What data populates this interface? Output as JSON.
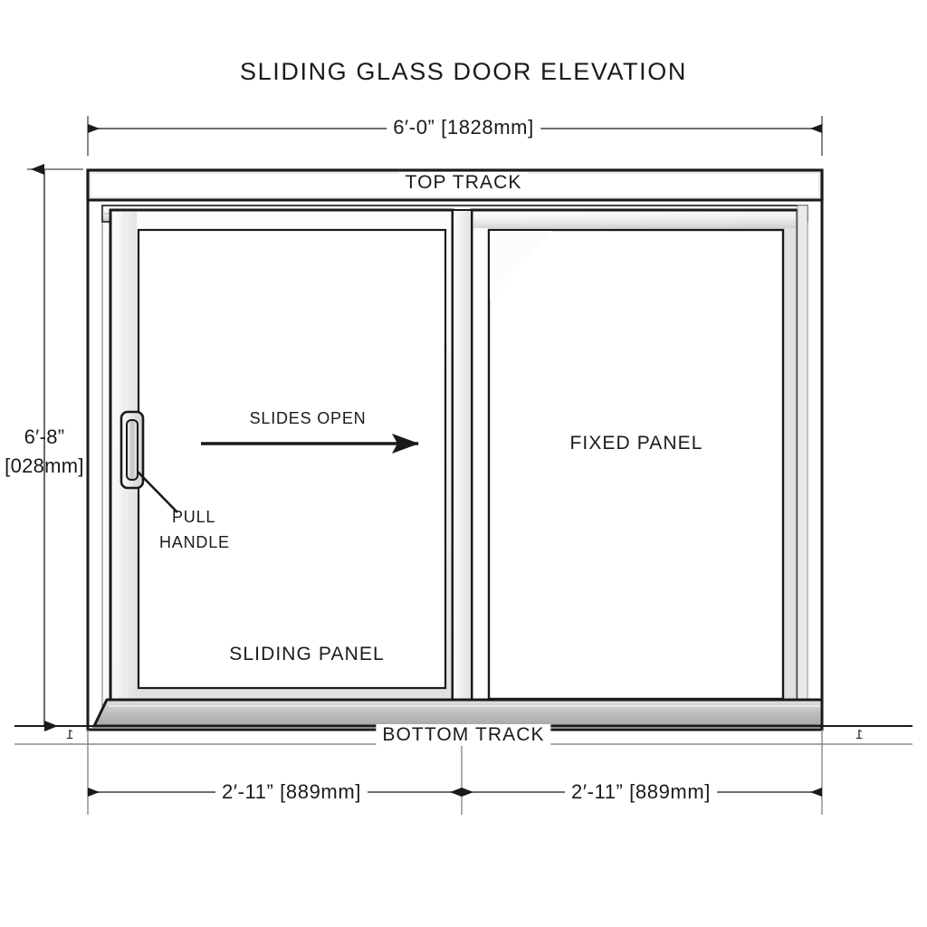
{
  "drawing": {
    "title": "SLIDING GLASS DOOR ELEVATION",
    "type": "architectural-elevation"
  },
  "dimensions": {
    "overall_width": "6′-0” [1828mm]",
    "overall_height_feet": "6′-8”",
    "overall_height_mm": "[028mm]",
    "panel_left_width": "2′-11” [889mm]",
    "panel_right_width": "2′-11” [889mm]"
  },
  "labels": {
    "top_track": "TOP TRACK",
    "bottom_track": "BOTTOM TRACK",
    "sliding_panel": "SLIDING PANEL",
    "fixed_panel": "FIXED PANEL",
    "slides_open": "SLIDES OPEN",
    "pull_handle_line1": "PULL",
    "pull_handle_line2": "HANDLE",
    "tick_left": "1",
    "tick_right": "1"
  },
  "colors": {
    "line": "#1a1a1a",
    "dimension_line": "#555555",
    "frame_light": "#f4f4f4",
    "frame_mid": "#e3e3e3",
    "sill_gray": "#bdbdbd",
    "glass": "#ffffff",
    "background": "#ffffff"
  }
}
